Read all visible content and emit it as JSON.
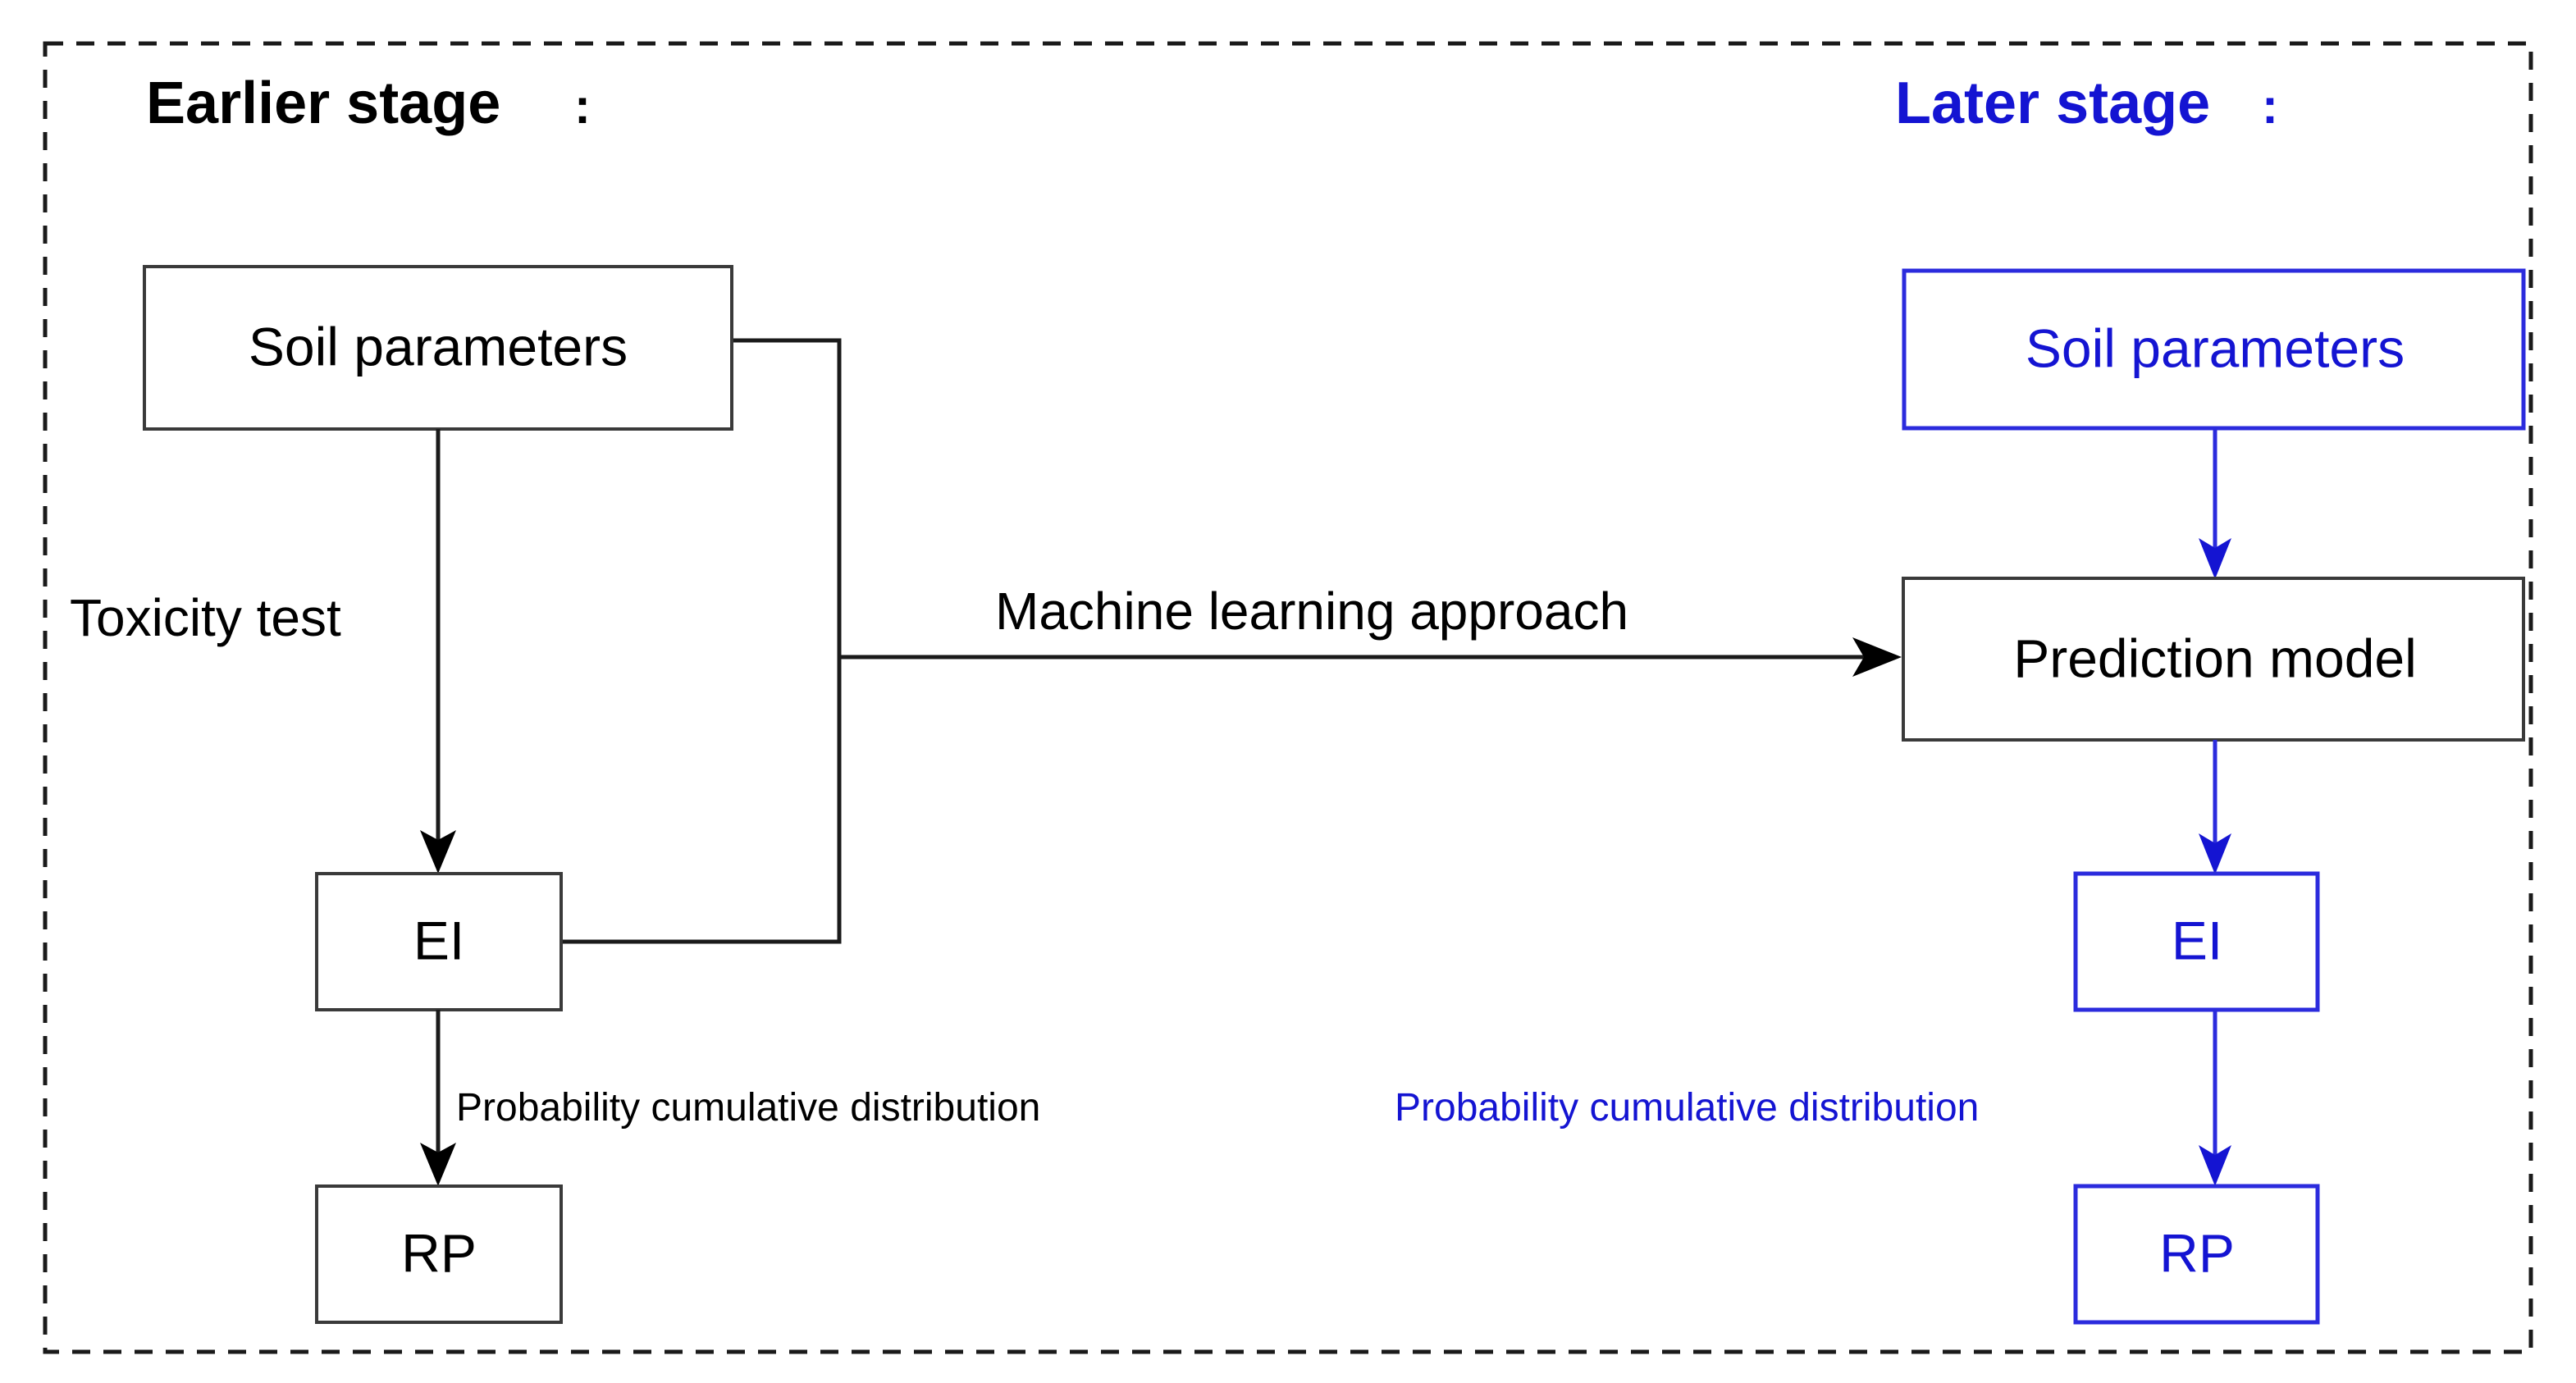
{
  "figure": {
    "type": "flow-diagram",
    "background": "#ffffff",
    "frame": {
      "style": "dashed",
      "color": "#1a1a1a"
    },
    "colors": {
      "black": "#000000",
      "blue": "#1414d2",
      "blue_stroke": "#2b2bdd",
      "box_stroke_black": "#3a3a3a"
    }
  },
  "headings": {
    "left": {
      "text": "Earlier stage",
      "colon": ":",
      "color": "#000000"
    },
    "right": {
      "text": "Later stage",
      "colon": ":",
      "color": "#1414d2"
    }
  },
  "left_stage": {
    "nodes": [
      {
        "id": "soil-parameters",
        "label": "Soil parameters",
        "color": "#000000"
      },
      {
        "id": "ei",
        "label": "EI",
        "color": "#000000"
      },
      {
        "id": "rp",
        "label": "RP",
        "color": "#000000"
      }
    ],
    "edge_labels": [
      {
        "id": "toxicity-test",
        "label": "Toxicity test",
        "color": "#000000"
      },
      {
        "id": "probability-cumulative-distribution",
        "label": "Probability cumulative distribution",
        "color": "#000000"
      }
    ]
  },
  "bridge": {
    "label": "Machine learning approach",
    "color": "#000000",
    "from": "ei",
    "to": "prediction-model"
  },
  "right_stage": {
    "nodes": [
      {
        "id": "soil-parameters-right",
        "label": "Soil parameters",
        "color": "#1414d2"
      },
      {
        "id": "prediction-model",
        "label": "Prediction model",
        "color": "#000000"
      },
      {
        "id": "ei-right",
        "label": "EI",
        "color": "#1414d2"
      },
      {
        "id": "rp-right",
        "label": "RP",
        "color": "#1414d2"
      }
    ],
    "edge_labels": [
      {
        "id": "probability-cumulative-distribution-right",
        "label": "Probability cumulative distribution",
        "color": "#1414d2"
      }
    ]
  }
}
